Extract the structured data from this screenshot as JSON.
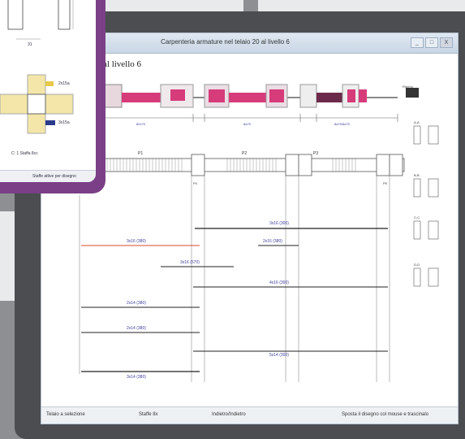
{
  "window": {
    "title": "Carpenteria armature nel telaio 20 al livello 6",
    "subtitle": "al livello 6",
    "buttons": [
      "_",
      "□",
      "X"
    ]
  },
  "colors": {
    "overlay_border": "#7a3f86",
    "bar_pink": "#d63c7a",
    "dim_blue": "#3b3f9a",
    "accent_yellow": "#e8c94a"
  },
  "overlay": {
    "labels": [
      "2x15a",
      "3x15a",
      "C: 1 Staffa 8cc",
      "Staffe attive per disegno"
    ],
    "dim": "31"
  },
  "drawing": {
    "spans": [
      "80x75",
      "8a75",
      "8a75/8a75"
    ],
    "columns": [
      "P1",
      "P2",
      "P3",
      "P4",
      "P5"
    ],
    "sections": [
      "A-A",
      "B-B",
      "C-C",
      "D-D"
    ],
    "rebars": [
      "3x16 (300)",
      "3x16 (380)",
      "2x16 (380)",
      "3x16 (570)",
      "4x16 (300)",
      "2x14 (380)",
      "2x14 (380)",
      "5x14 (300)",
      "3x14 (380)"
    ],
    "legend": "Ritorno"
  },
  "status": {
    "left": "Telaio a selezione",
    "mid": "Staffe 8x",
    "mid2": "Indietro/Indietro",
    "right": "Sposta il disegno col mouse e trascinalo"
  }
}
